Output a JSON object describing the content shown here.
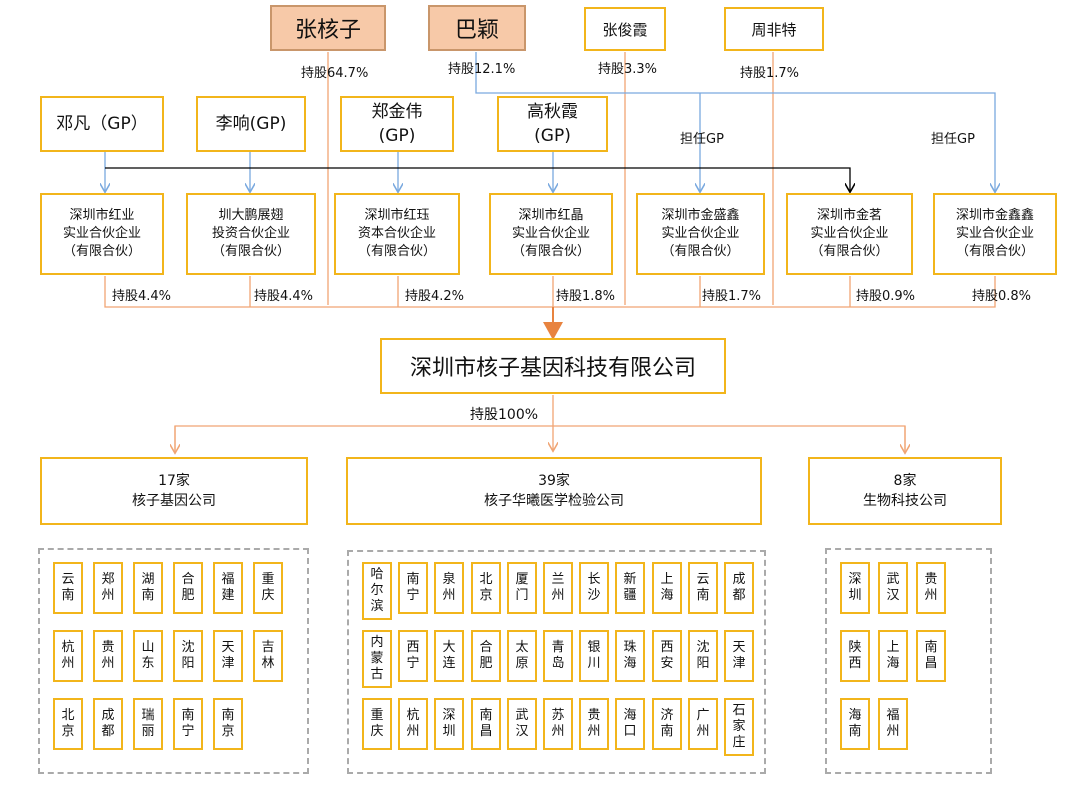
{
  "shareholders": [
    {
      "name": "张核子",
      "share": "持股64.7%"
    },
    {
      "name": "巴颖",
      "share": "持股12.1%"
    },
    {
      "name": "张俊霞",
      "share": "持股3.3%"
    },
    {
      "name": "周非特",
      "share": "持股1.7%"
    }
  ],
  "gps": [
    {
      "name": "邓凡（GP）"
    },
    {
      "name": "李响(GP)"
    },
    {
      "name": "郑金伟\n(GP)"
    },
    {
      "name": "高秋霞\n(GP)"
    }
  ],
  "gp_labels": [
    "担任GP",
    "担任GP"
  ],
  "funds": [
    {
      "name": "深圳市红业\n实业合伙企业\n（有限合伙）",
      "share": "持股4.4%"
    },
    {
      "name": "圳大鹏展翅\n投资合伙企业\n（有限合伙）",
      "share": "持股4.4%"
    },
    {
      "name": "深圳市红珏\n资本合伙企业\n（有限合伙）",
      "share": "持股4.2%"
    },
    {
      "name": "深圳市红晶\n实业合伙企业\n（有限合伙）",
      "share": "持股1.8%"
    },
    {
      "name": "深圳市金盛鑫\n实业合伙企业\n（有限合伙）",
      "share": "持股1.7%"
    },
    {
      "name": "深圳市金茗\n实业合伙企业\n（有限合伙）",
      "share": "持股0.9%"
    },
    {
      "name": "深圳市金鑫鑫\n实业合伙企业\n（有限合伙）",
      "share": "持股0.8%"
    }
  ],
  "core": {
    "name": "深圳市核子基因科技有限公司",
    "share": "持股100%"
  },
  "subsidiaries": [
    {
      "name": "17家\n核子基因公司"
    },
    {
      "name": "39家\n核子华曦医学检验公司"
    },
    {
      "name": "8家\n生物科技公司"
    }
  ],
  "regions": [
    {
      "cities": [
        "云\n南",
        "郑\n州",
        "湖\n南",
        "合\n肥",
        "福\n建",
        "重\n庆",
        "杭\n州",
        "贵\n州",
        "山\n东",
        "沈\n阳",
        "天\n津",
        "吉\n林",
        "北\n京",
        "成\n都",
        "瑞\n丽",
        "南\n宁",
        "南\n京"
      ]
    },
    {
      "cities": [
        "哈\n尔\n滨",
        "南\n宁",
        "泉\n州",
        "北\n京",
        "厦\n门",
        "兰\n州",
        "长\n沙",
        "新\n疆",
        "上\n海",
        "云\n南",
        "成\n都",
        "内\n蒙\n古",
        "西\n宁",
        "大\n连",
        "合\n肥",
        "太\n原",
        "青\n岛",
        "银\n川",
        "珠\n海",
        "西\n安",
        "沈\n阳",
        "天\n津",
        "重\n庆",
        "杭\n州",
        "深\n圳",
        "南\n昌",
        "武\n汉",
        "苏\n州",
        "贵\n州",
        "海\n口",
        "济\n南",
        "广\n州",
        "石\n家\n庄"
      ]
    },
    {
      "cities": [
        "深\n圳",
        "武\n汉",
        "贵\n州",
        "陕\n西",
        "上\n海",
        "南\n昌",
        "海\n南",
        "福\n州"
      ]
    }
  ],
  "colors": {
    "box_border": "#f2b51b",
    "top_fill": "#f7c9a8",
    "equity_line": "#f0a574",
    "gp_line": "#7aa9df",
    "control_line": "#000000"
  }
}
